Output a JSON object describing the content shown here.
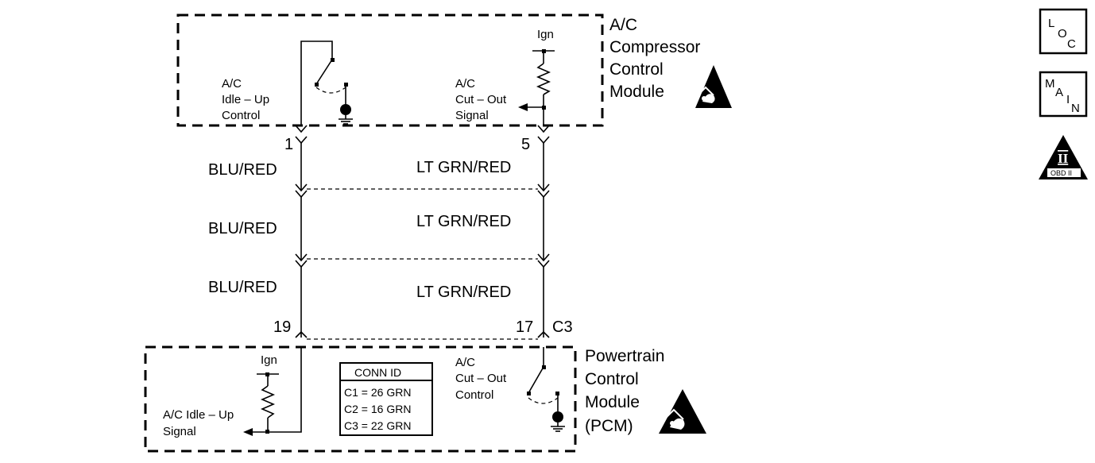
{
  "compressor_module": {
    "title_lines": [
      "A/C",
      "Compressor",
      "Control",
      "Module"
    ],
    "idle_up_lines": [
      "A/C",
      "Idle – Up",
      "Control"
    ],
    "ign_label": "Ign",
    "cutout_lines": [
      "A/C",
      "Cut – Out",
      "Signal"
    ]
  },
  "pins": {
    "top_left": "1",
    "top_right": "5",
    "bottom_left": "19",
    "bottom_right": "17",
    "connector": "C3"
  },
  "wires": {
    "left": [
      "BLU/RED",
      "BLU/RED",
      "BLU/RED"
    ],
    "right": [
      "LT GRN/RED",
      "LT GRN/RED",
      "LT GRN/RED"
    ]
  },
  "pcm": {
    "title_lines": [
      "Powertrain",
      "Control",
      "Module",
      "(PCM)"
    ],
    "ign_label": "Ign",
    "idle_up_lines": [
      "A/C Idle – Up",
      "Signal"
    ],
    "cutout_lines": [
      "A/C",
      "Cut – Out",
      "Control"
    ]
  },
  "conn_id": {
    "header": "CONN ID",
    "rows": [
      "C1 = 26 GRN",
      "C2 = 16 GRN",
      "C3 = 22 GRN"
    ]
  },
  "icons": {
    "loc": [
      "L",
      "O",
      "C"
    ],
    "main": [
      "M",
      "A",
      "I",
      "N"
    ],
    "obd": [
      "II",
      "OBD II"
    ]
  }
}
